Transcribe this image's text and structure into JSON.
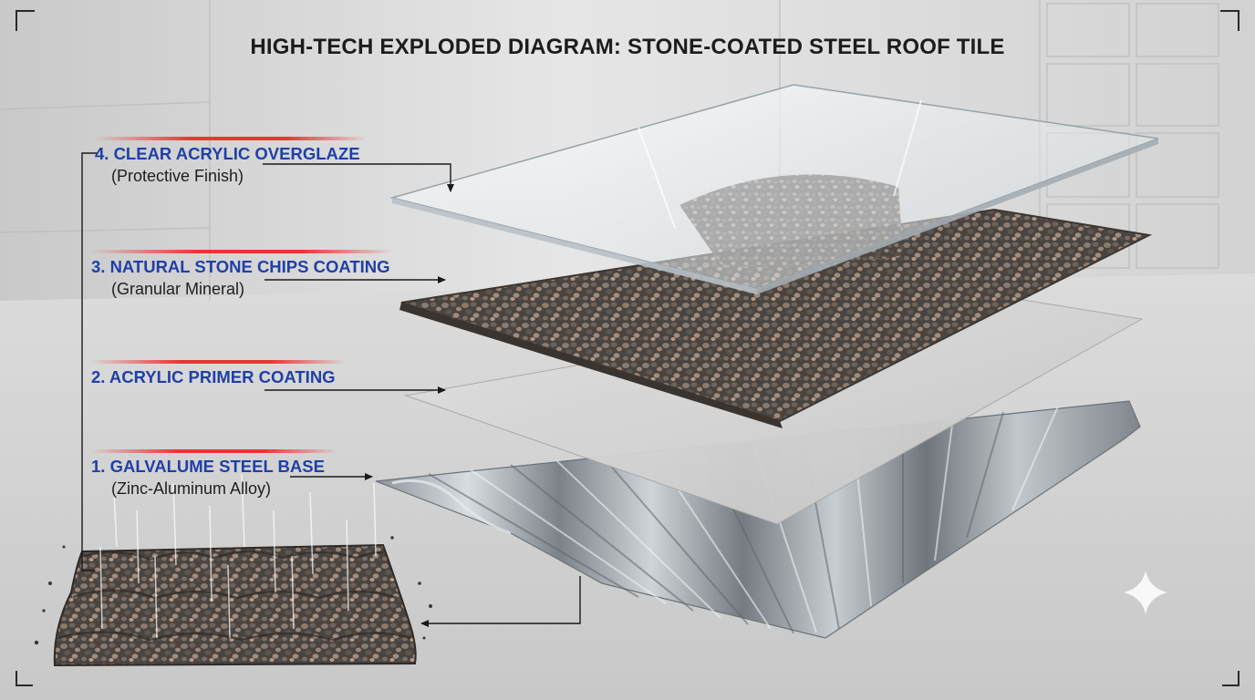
{
  "title": "HIGH-TECH EXPLODED DIAGRAM: STONE-COATED STEEL ROOF TILE",
  "colors": {
    "heading": "#1f3fa8",
    "accent_bar": "#e33333",
    "text": "#1c1c1c",
    "background": "#d9d9d9"
  },
  "layers": [
    {
      "id": "overglaze",
      "heading": "4. CLEAR ACRYLIC OVERGLAZE",
      "sub": "(Protective Finish)"
    },
    {
      "id": "stone",
      "heading": "3. NATURAL STONE CHIPS COATING",
      "sub": "(Granular Mineral)"
    },
    {
      "id": "primer",
      "heading": "2. ACRYLIC PRIMER COATING",
      "sub": ""
    },
    {
      "id": "steel",
      "heading": "1. GALVALUME STEEL BASE",
      "sub": "(Zinc-Aluminum Alloy)"
    }
  ],
  "icons": {
    "corner": "corner-bracket-icon",
    "sparkle": "sparkle-icon"
  }
}
